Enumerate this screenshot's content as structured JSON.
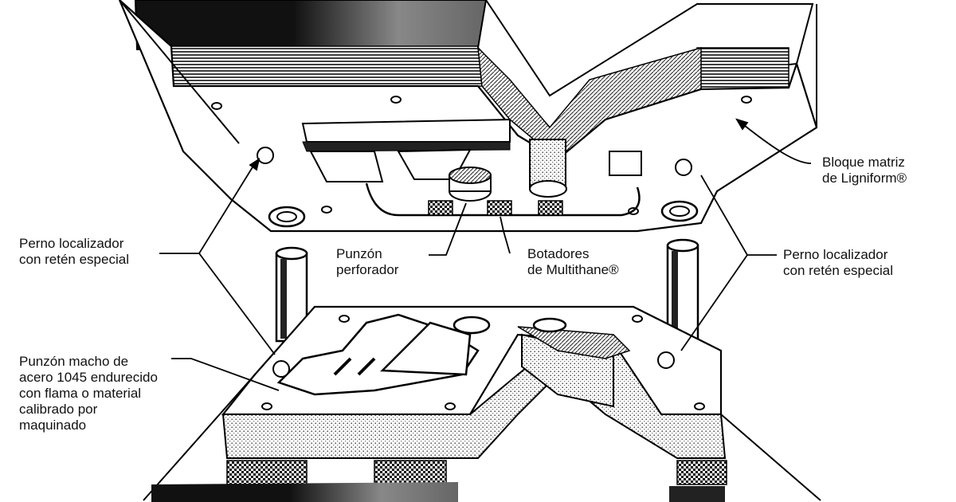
{
  "labels": {
    "bloque_matriz": {
      "line1": "Bloque matriz",
      "line2": "de Ligniform®"
    },
    "perno_left": {
      "line1": "Perno localizador",
      "line2": "con retén especial"
    },
    "perno_right": {
      "line1": "Perno localizador",
      "line2": "con retén especial"
    },
    "punzon_perforador": {
      "line1": "Punzón",
      "line2": "perforador"
    },
    "botadores": {
      "line1": "Botadores",
      "line2": "de Multithane®"
    },
    "punzon_macho": {
      "line1": "Punzón macho de",
      "line2": "acero 1045 endurecido",
      "line3": "con flama o material",
      "line4": "calibrado por",
      "line5": "maquinado"
    }
  }
}
